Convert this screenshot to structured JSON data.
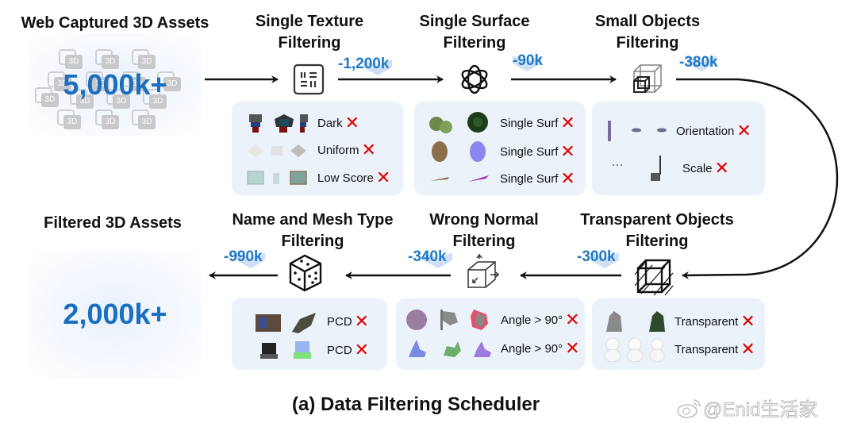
{
  "source": {
    "title": "Web Captured 3D Assets",
    "count": "5,000k+",
    "tile_label": "3D"
  },
  "result": {
    "title": "Filtered 3D Assets",
    "count": "2,000k+"
  },
  "stages": [
    {
      "title_line1": "Single Texture",
      "title_line2": "Filtering",
      "icon": "texture-grid-icon",
      "delta": "-1,200k",
      "rows": [
        {
          "label": "Dark"
        },
        {
          "label": "Uniform"
        },
        {
          "label": "Low Score"
        }
      ]
    },
    {
      "title_line1": "Single Surface",
      "title_line2": "Filtering",
      "icon": "knot-icon",
      "delta": "-90k",
      "rows": [
        {
          "label": "Single Surf"
        },
        {
          "label": "Single Surf"
        },
        {
          "label": "Single Surf"
        }
      ]
    },
    {
      "title_line1": "Small Objects",
      "title_line2": "Filtering",
      "icon": "nested-cube-icon",
      "delta": "-380k",
      "rows": [
        {
          "label": "Orientation"
        },
        {
          "label": "Scale"
        }
      ]
    },
    {
      "title_line1": "Transparent Objects",
      "title_line2": "Filtering",
      "icon": "transparent-cube-icon",
      "delta": "-300k",
      "rows": [
        {
          "label": "Transparent"
        },
        {
          "label": "Transparent"
        }
      ]
    },
    {
      "title_line1": "Wrong Normal",
      "title_line2": "Filtering",
      "icon": "normal-axes-cube-icon",
      "delta": "-340k",
      "rows": [
        {
          "label": "Angle > 90°"
        },
        {
          "label": "Angle > 90°"
        }
      ]
    },
    {
      "title_line1": "Name and Mesh Type",
      "title_line2": "Filtering",
      "icon": "dice-icon",
      "delta": "-990k",
      "rows": [
        {
          "label": "PCD"
        },
        {
          "label": "PCD"
        }
      ]
    }
  ],
  "reject_mark": "✕",
  "caption": "(a) Data Filtering Scheduler",
  "watermark": "@Enid生活家",
  "colors": {
    "accent_blue": "#1a6fc0",
    "panel_bg": "#ebf2fa",
    "reject_red": "#e00000"
  }
}
